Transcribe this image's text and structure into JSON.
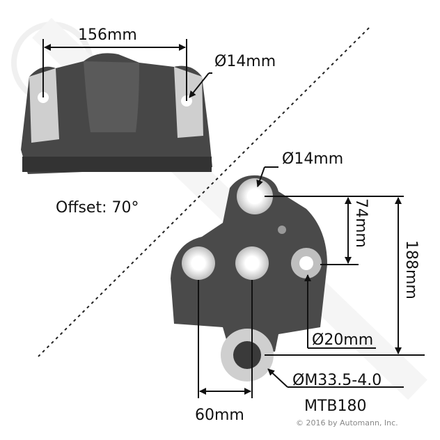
{
  "top_view": {
    "width_label": "156mm",
    "hole_label": "Ø14mm",
    "offset_label": "Offset: 70°"
  },
  "front_view": {
    "top_hole_label": "Ø14mm",
    "hole_spacing_label": "74mm",
    "height_label": "188mm",
    "side_hole_label": "Ø20mm",
    "bore_label": "ØM33.5-4.0",
    "part_number": "MTB180",
    "spacing_label": "60mm"
  },
  "copyright": "© 2016 by Automann, Inc.",
  "colors": {
    "metal": "#4a4a4a",
    "bushing": "#d8d8d8",
    "watermark": "#ececec"
  }
}
